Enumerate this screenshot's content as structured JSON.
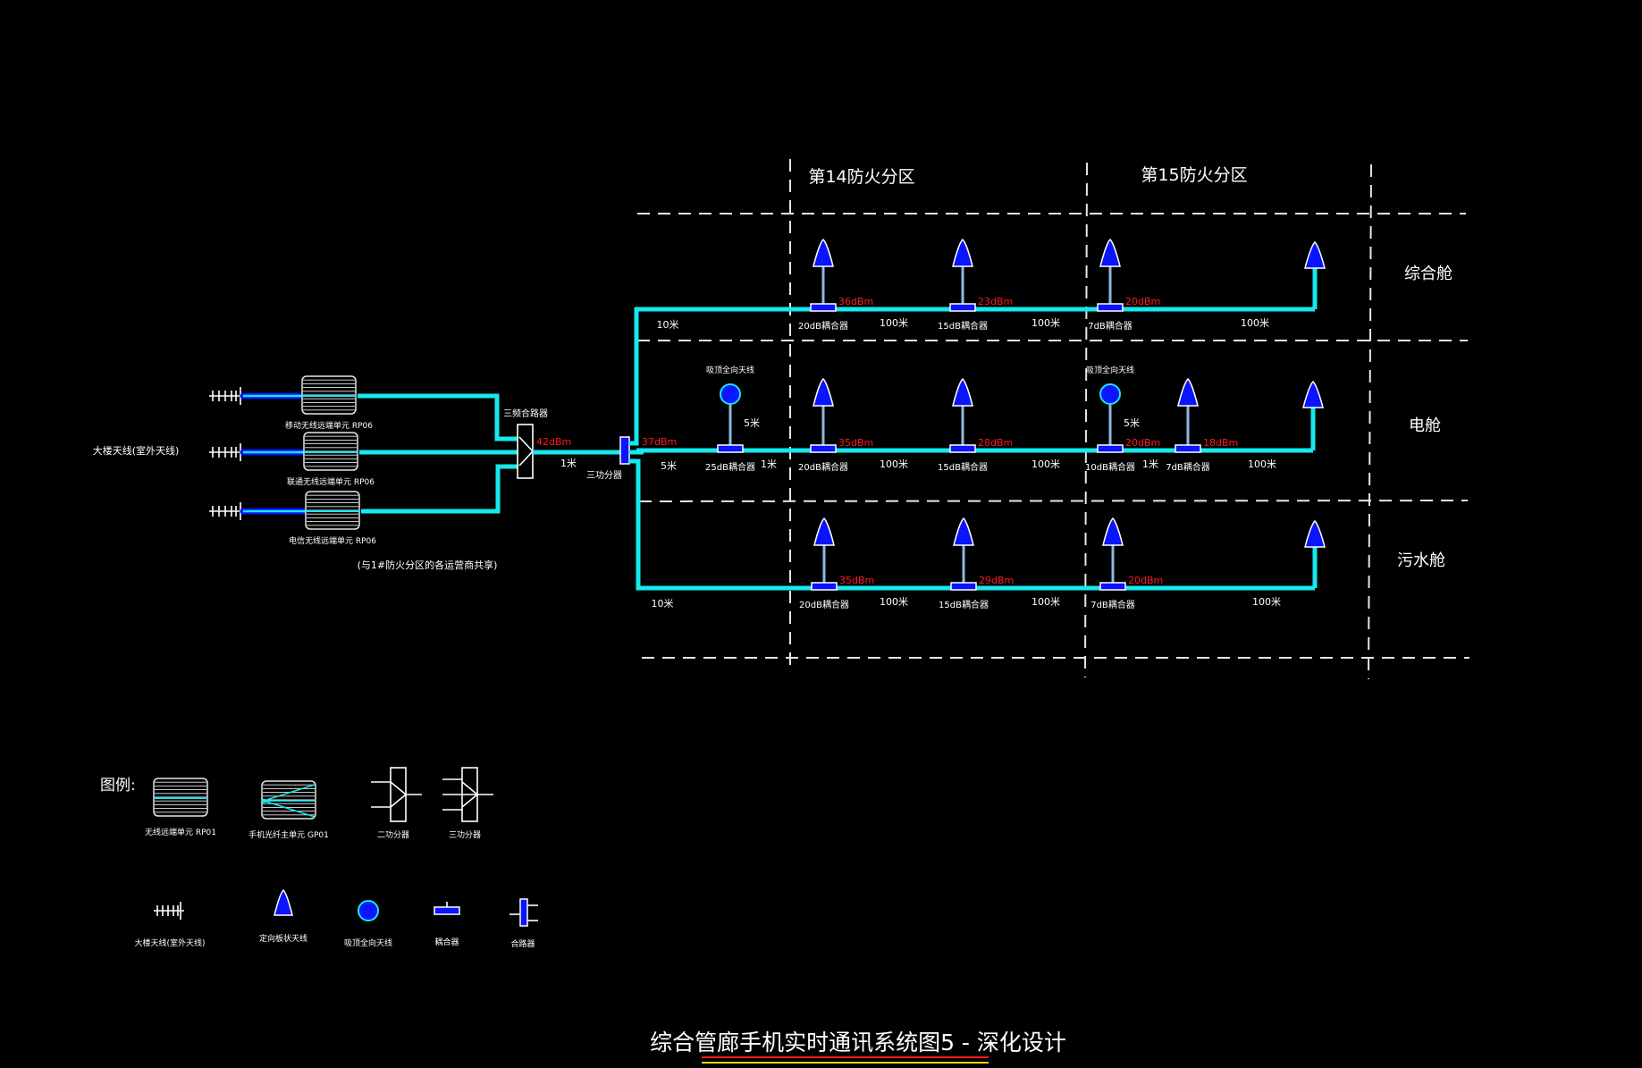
{
  "title": "综合管廊手机实时通讯系统图5 - 深化设计",
  "fire_zones": [
    "第14防火分区",
    "第15防火分区"
  ],
  "compartments": [
    "综合舱",
    "电舱",
    "污水舱"
  ],
  "source": {
    "label": "大楼天线(室外天线)",
    "rrus": [
      {
        "label": "移动无线远端单元 RP06"
      },
      {
        "label": "联通无线远端单元 RP06"
      },
      {
        "label": "电信无线远端单元 RP06"
      }
    ],
    "note": "(与1#防火分区的各运营商共享)",
    "combiner_label": "三频合路器",
    "combiner_output": "42dBm",
    "combiner_cable": "1米",
    "splitter_label": "三功分器",
    "splitter_output": "37dBm"
  },
  "rows": [
    {
      "name": "综合舱",
      "start_cable": "10米",
      "taps": [
        {
          "kind": "antenna",
          "label": "20dB耦合器",
          "level": "36dBm"
        },
        {
          "kind": "antenna",
          "label": "15dB耦合器",
          "level": "23dBm"
        },
        {
          "kind": "antenna",
          "label": "7dB耦合器",
          "level": "20dBm"
        },
        {
          "kind": "antenna-end"
        }
      ],
      "cables": [
        "100米",
        "100米",
        "100米"
      ]
    },
    {
      "name": "电舱",
      "start_cable": "5米",
      "taps": [
        {
          "kind": "circle",
          "label": "25dB耦合器",
          "top_label": "吸顶全向天线",
          "drop": "5米"
        },
        {
          "kind": "antenna",
          "label": "20dB耦合器",
          "level": "35dBm"
        },
        {
          "kind": "antenna",
          "label": "15dB耦合器",
          "level": "28dBm"
        },
        {
          "kind": "circle",
          "label": "10dB耦合器",
          "top_label": "吸顶全向天线",
          "drop": "5米",
          "level": "20dBm"
        },
        {
          "kind": "antenna",
          "label": "7dB耦合器",
          "level": "18dBm"
        },
        {
          "kind": "antenna-end"
        }
      ],
      "cables": [
        "1米",
        "100米",
        "100米",
        "1米",
        "100米"
      ]
    },
    {
      "name": "污水舱",
      "start_cable": "10米",
      "taps": [
        {
          "kind": "antenna",
          "label": "20dB耦合器",
          "level": "35dBm"
        },
        {
          "kind": "antenna",
          "label": "15dB耦合器",
          "level": "29dBm"
        },
        {
          "kind": "antenna",
          "label": "7dB耦合器",
          "level": "20dBm"
        },
        {
          "kind": "antenna-end"
        }
      ],
      "cables": [
        "100米",
        "100米",
        "100米"
      ]
    }
  ],
  "legend": {
    "title": "图例:",
    "items": [
      {
        "symbol": "rru",
        "label": "无线远端单元 RP01"
      },
      {
        "symbol": "hub",
        "label": "手机光纤主单元 GP01"
      },
      {
        "symbol": "splitter2",
        "label": "二功分器"
      },
      {
        "symbol": "splitter3",
        "label": "三功分器"
      },
      {
        "symbol": "yagi",
        "label": "大楼天线(室外天线)"
      },
      {
        "symbol": "antenna",
        "label": "定向板状天线"
      },
      {
        "symbol": "omni",
        "label": "吸顶全向天线"
      },
      {
        "symbol": "coupler",
        "label": "耦合器"
      },
      {
        "symbol": "combiner",
        "label": "合路器"
      }
    ]
  }
}
